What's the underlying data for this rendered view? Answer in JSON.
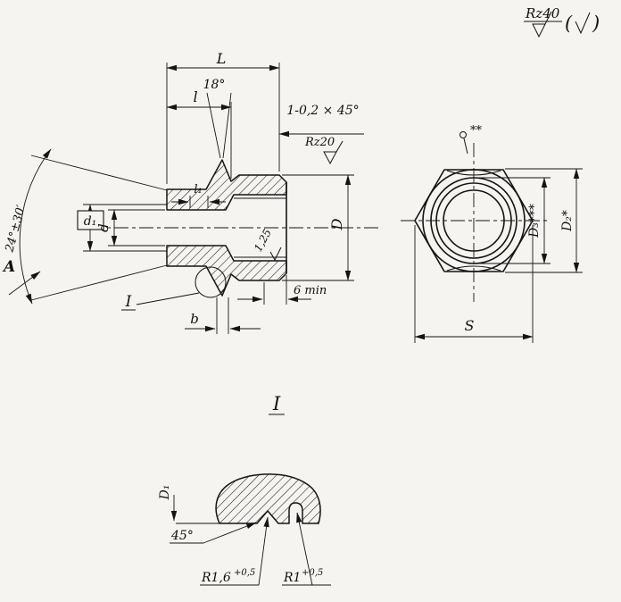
{
  "colors": {
    "ink": "#141414",
    "paper": "#f6f4f1"
  },
  "roughness_note": {
    "value": "Rz40",
    "paren_open": "(",
    "paren_close": ")"
  },
  "main_view": {
    "dim_L": "L",
    "angle_top": "18°",
    "dim_l": "l",
    "chamfer": "1-0,2 × 45°",
    "roughness_edge": "Rz20",
    "dim_d1": "d₁",
    "dim_d": "d",
    "dim_l1": "l₁",
    "cone_angle": "24°±30′",
    "view_label": "A",
    "roughness_cone": "1,25",
    "dim_D": "D",
    "thread_min": "6 min",
    "detail_ref": "I",
    "dim_b": "b"
  },
  "end_view": {
    "center_mark": "**",
    "dim_D3": "D₃***",
    "dim_D2": "D₂*",
    "dim_S": "S"
  },
  "detail_view": {
    "title": "I",
    "dim_D1": "D₁",
    "chamfer_angle": "45°",
    "radius_outer": "R1,6",
    "radius_outer_tol": "+0,5",
    "radius_inner": "R1",
    "radius_inner_tol": "+0,5"
  }
}
